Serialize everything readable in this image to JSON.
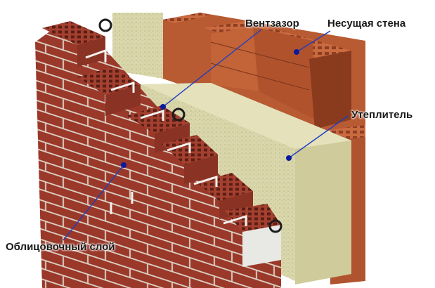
{
  "labels": {
    "air_gap": "Вентзазор",
    "load_bearing_wall": "Несущая стена",
    "insulation": "Утеплитель",
    "facing_layer": "Облицовочный слой"
  },
  "colors": {
    "facing_brick": "#9e3a2c",
    "load_bearing_block": "#c9683e",
    "insulation_wool": "#d8d5a9",
    "marker_dot": "#0a1a9e",
    "leader_line": "#1f3fbf"
  }
}
